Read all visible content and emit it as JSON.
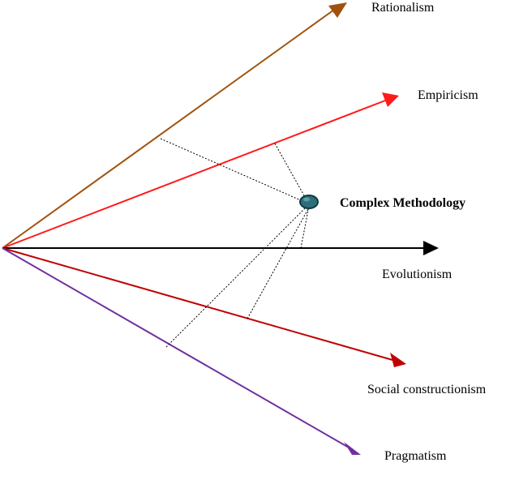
{
  "diagram": {
    "axes": [
      {
        "id": "rationalism",
        "label": "Rationalism",
        "color": "#a0520c"
      },
      {
        "id": "empiricism",
        "label": "Empiricism",
        "color": "#ff1a1a"
      },
      {
        "id": "evolutionism",
        "label": "Evolutionism",
        "color": "#000000"
      },
      {
        "id": "social-constructionism",
        "label": "Social constructionism",
        "color": "#c00000"
      },
      {
        "id": "pragmatism",
        "label": "Pragmatism",
        "color": "#7030a0"
      }
    ],
    "center": {
      "label": "Complex Methodology",
      "color": "#2e6e7a"
    }
  }
}
